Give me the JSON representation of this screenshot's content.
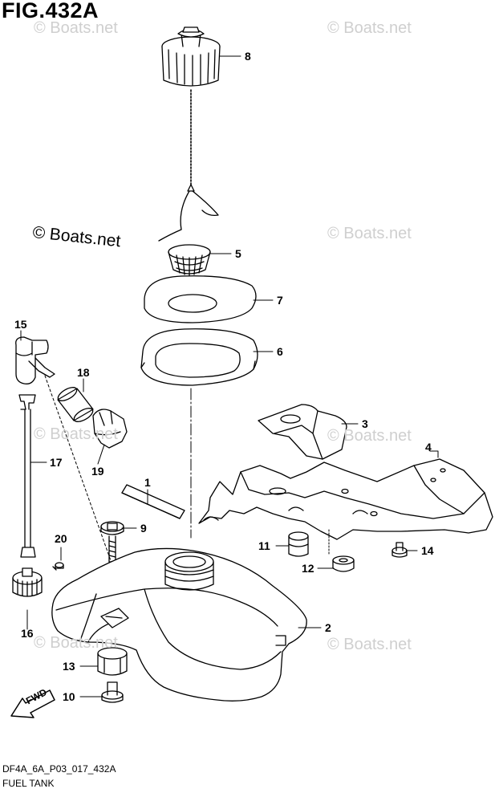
{
  "figure": {
    "title": "FIG.432A",
    "code": "DF4A_6A_P03_017_432A",
    "caption": "FUEL TANK"
  },
  "watermarks": {
    "faint_text": "© Boats.net",
    "strong_text": "© Boats.net"
  },
  "fwd_label": "FWD",
  "callouts": {
    "c1": "1",
    "c2": "2",
    "c3": "3",
    "c4": "4",
    "c5": "5",
    "c6": "6",
    "c7": "7",
    "c8": "8",
    "c9": "9",
    "c10": "10",
    "c11": "11",
    "c12": "12",
    "c13": "13",
    "c14": "14",
    "c15": "15",
    "c16": "16",
    "c17": "17",
    "c18": "18",
    "c19": "19",
    "c20": "20"
  },
  "parts": [
    {
      "ref": "1",
      "name": "part-1-strip"
    },
    {
      "ref": "2",
      "name": "part-2-fuel-tank"
    },
    {
      "ref": "3",
      "name": "part-3-bracket"
    },
    {
      "ref": "4",
      "name": "part-4-tank-bracket"
    },
    {
      "ref": "5",
      "name": "part-5-filter"
    },
    {
      "ref": "6",
      "name": "part-6-gasket"
    },
    {
      "ref": "7",
      "name": "part-7-seal"
    },
    {
      "ref": "8",
      "name": "part-8-fuel-cap"
    },
    {
      "ref": "9",
      "name": "part-9-bolt"
    },
    {
      "ref": "10",
      "name": "part-10-bolt"
    },
    {
      "ref": "11",
      "name": "part-11-grommet"
    },
    {
      "ref": "12",
      "name": "part-12-cushion"
    },
    {
      "ref": "13",
      "name": "part-13-grommet"
    },
    {
      "ref": "14",
      "name": "part-14-screw"
    },
    {
      "ref": "15",
      "name": "part-15-fuel-cock"
    },
    {
      "ref": "16",
      "name": "part-16-knob"
    },
    {
      "ref": "17",
      "name": "part-17-rod"
    },
    {
      "ref": "18",
      "name": "part-18-hose"
    },
    {
      "ref": "19",
      "name": "part-19-clamp"
    },
    {
      "ref": "20",
      "name": "part-20-screw"
    }
  ]
}
